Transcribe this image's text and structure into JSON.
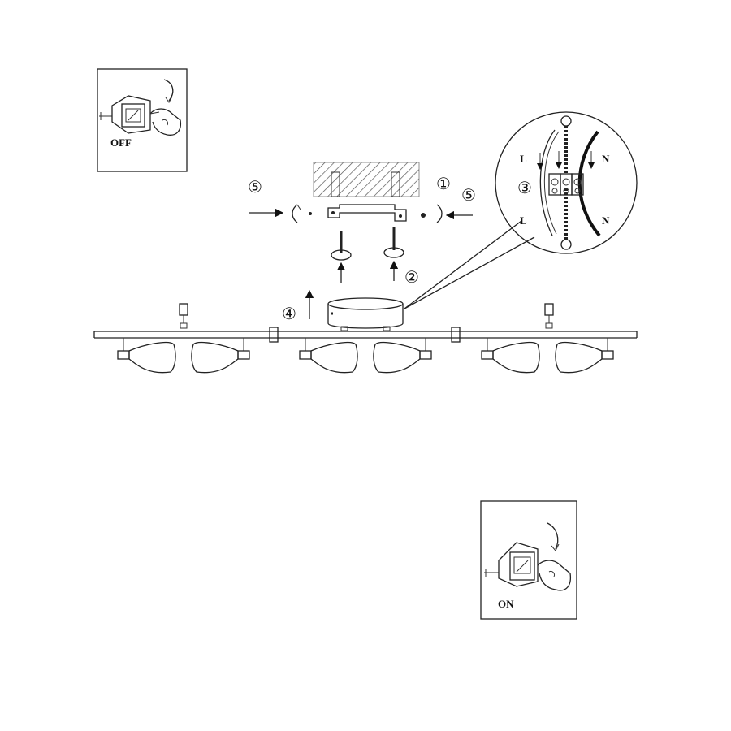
{
  "switch_off": {
    "label": "OFF"
  },
  "switch_on": {
    "label": "ON"
  },
  "steps": {
    "step1": "①",
    "step2": "②",
    "step3": "③",
    "step4": "④",
    "step5_left": "⑤",
    "step5_right": "⑤"
  },
  "wiring": {
    "live_top": "L",
    "live_bottom": "L",
    "neutral_top": "N",
    "neutral_bottom": "N"
  },
  "colors": {
    "line": "#222222",
    "hatch": "#555555",
    "background": "#ffffff"
  },
  "icons": [
    "switch-off-icon",
    "switch-on-icon",
    "hand-icon",
    "ceiling-hatch",
    "mounting-bracket",
    "screw-icon",
    "terminal-block-icon",
    "ceiling-canopy",
    "spotlight-bar"
  ]
}
